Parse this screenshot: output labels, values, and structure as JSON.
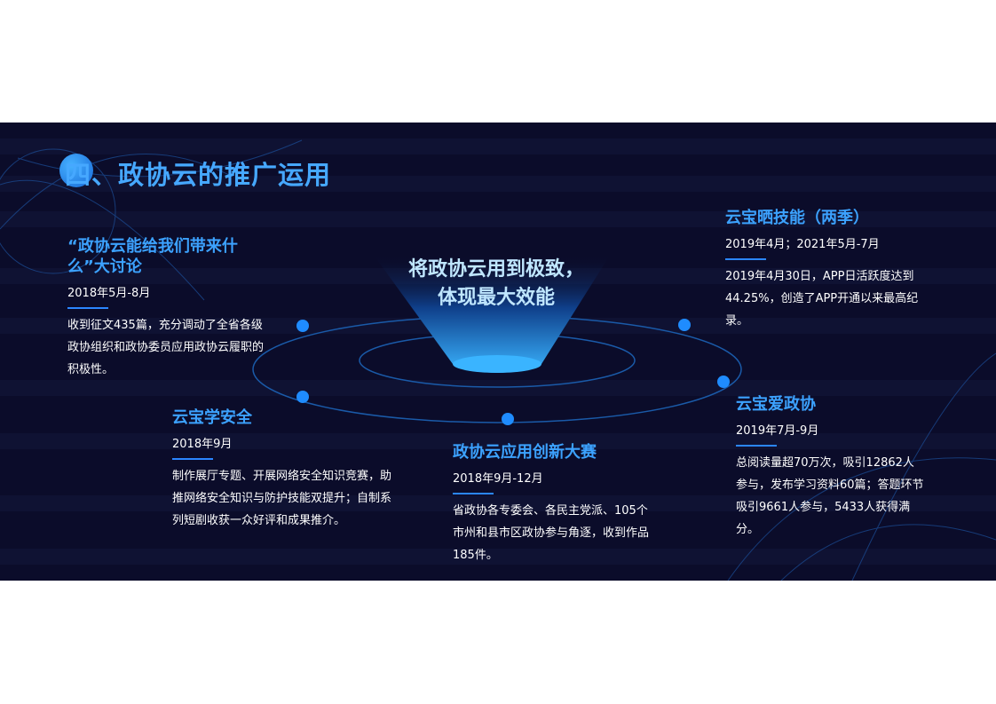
{
  "header": {
    "number_label": "四、",
    "title": "政协云的推广运用"
  },
  "center": {
    "line1": "将政协云用到极致，",
    "line2": "体现最大效能"
  },
  "items": [
    {
      "title": "“政协云能给我们带来什么”大讨论",
      "date": "2018年5月-8月",
      "body": "收到征文435篇，充分调动了全省各级政协组织和政协委员应用政协云履职的积极性。"
    },
    {
      "title": "云宝学安全",
      "date": "2018年9月",
      "body": "制作展厅专题、开展网络安全知识竞赛，助推网络安全知识与防护技能双提升；自制系列短剧收获一众好评和成果推介。"
    },
    {
      "title": "政协云应用创新大赛",
      "date": "2018年9月-12月",
      "body": "省政协各专委会、各民主党派、105个市州和县市区政协参与角逐，收到作品185件。"
    },
    {
      "title": "云宝晒技能（两季）",
      "date": "2019年4月；2021年5月-7月",
      "body": "2019年4月30日，APP日活跃度达到44.25%，创造了APP开通以来最高纪录。"
    },
    {
      "title": "云宝爱政协",
      "date": "2019年7月-9月",
      "body": "总阅读量超70万次，吸引12862人参与，发布学习资料60篇；答题环节吸引9661人参与，5433人获得满分。"
    }
  ],
  "colors": {
    "accent": "#3ca2ff",
    "background": "#0b0c2a",
    "dot": "#1f8cff"
  }
}
